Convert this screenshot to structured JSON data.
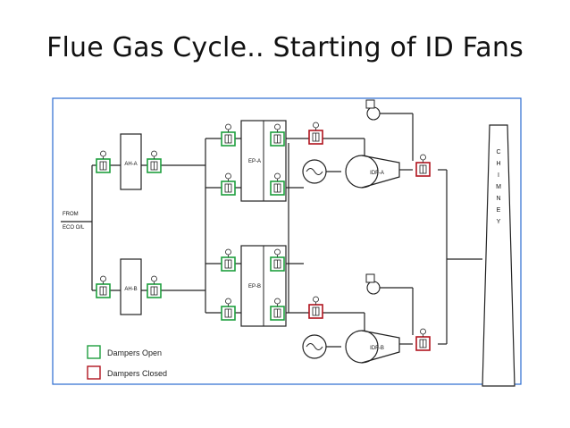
{
  "slide": {
    "title": "Flue Gas Cycle.. Starting of ID Fans"
  },
  "diagram": {
    "inlet_label_1": "FROM",
    "inlet_label_2": "ECO O/L",
    "ah_a": "AH-A",
    "ah_b": "AH-B",
    "ep_a": "EP-A",
    "ep_b": "EP-B",
    "idf_a": "IDF-A",
    "idf_b": "IDF-B",
    "chimney_letters": [
      "C",
      "H",
      "I",
      "M",
      "N",
      "E",
      "Y"
    ],
    "colors": {
      "open": "#1e9e3e",
      "closed": "#b0141e",
      "frame": "#2a6ad0",
      "line": "#222222"
    },
    "legend": {
      "open_label": "Dampers Open",
      "closed_label": "Dampers Closed"
    }
  }
}
